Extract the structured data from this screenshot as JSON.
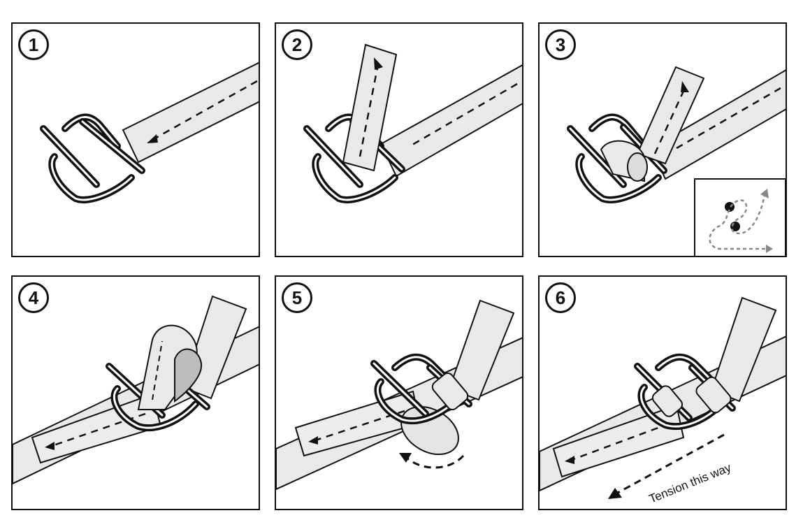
{
  "steps": [
    {
      "number": "1"
    },
    {
      "number": "2"
    },
    {
      "number": "3"
    },
    {
      "number": "4"
    },
    {
      "number": "5"
    },
    {
      "number": "6",
      "caption": "Tension this way"
    }
  ],
  "colors": {
    "strap": "#e9e9e9",
    "ink": "#111111",
    "loop_fill": "#bdbdbd"
  }
}
